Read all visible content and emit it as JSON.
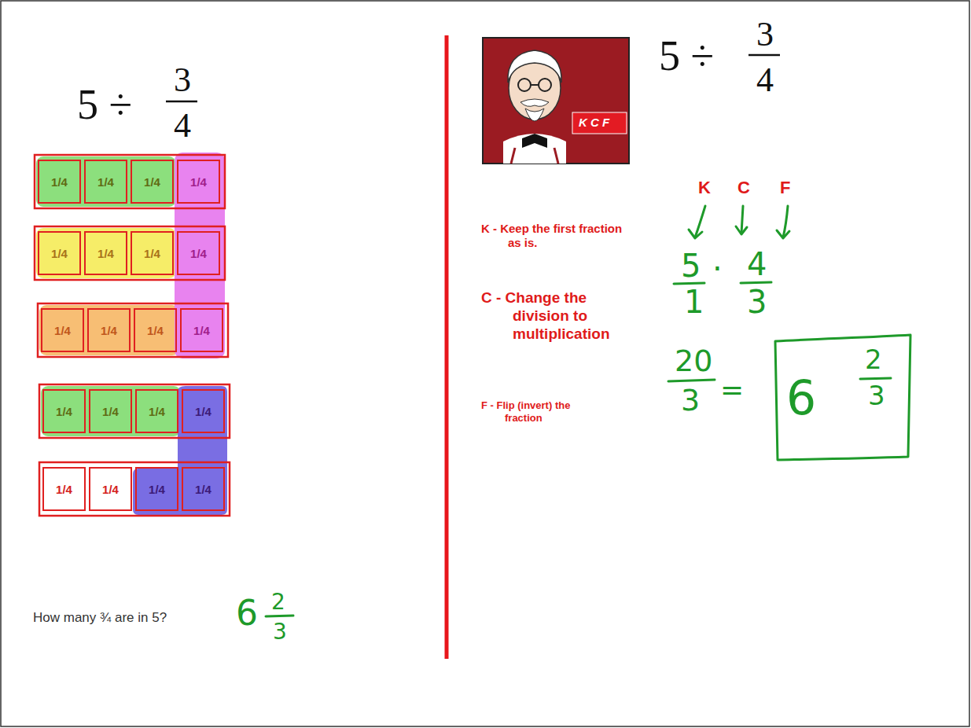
{
  "diagram": {
    "nodes": [
      {
        "text": [
          "1/4"
        ]
      },
      {
        "text": [
          "1/4"
        ]
      },
      {
        "text": [
          "1/4"
        ]
      },
      {
        "text": [
          "1/4"
        ]
      },
      {
        "text": [
          "1/4"
        ]
      },
      {
        "text": [
          "1/4"
        ]
      },
      {
        "text": [
          "1/4"
        ]
      },
      {
        "text": [
          "1/4"
        ]
      },
      {
        "text": [
          "1/4"
        ]
      },
      {
        "text": [
          "1/4"
        ]
      },
      {
        "text": [
          "1/4"
        ]
      },
      {
        "text": [
          "1/4"
        ]
      },
      {
        "text": [
          "1/4"
        ]
      },
      {
        "text": [
          "1/4"
        ]
      },
      {
        "text": [
          "1/4"
        ]
      },
      {
        "text": [
          "1/4"
        ]
      },
      {
        "text": [
          "1/4"
        ]
      },
      {
        "text": [
          "1/4"
        ]
      },
      {
        "text": [
          "1/4"
        ]
      },
      {
        "text": [
          "1/4"
        ]
      }
    ],
    "labels": [
      "5 ÷",
      "3",
      "4",
      "How many ¾ are in 5?",
      "6",
      "2",
      "3",
      "K C F",
      "5 ÷",
      "3",
      "4",
      "K",
      "C",
      "F",
      "K - Keep the first fraction as is.",
      "C - Change the division to multiplication",
      "F - Flip (invert) the fraction",
      "5",
      "1",
      "·",
      "4",
      "3",
      "20",
      "3",
      "=",
      "6",
      "2",
      "3"
    ]
  }
}
